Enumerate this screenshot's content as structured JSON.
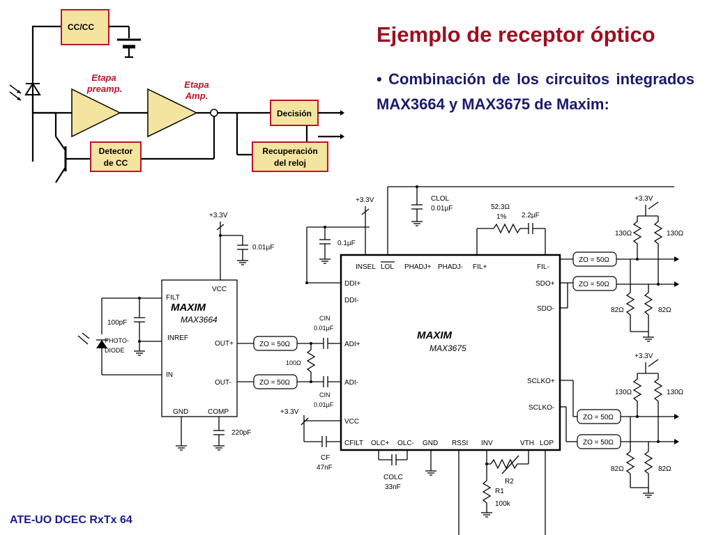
{
  "slide": {
    "title": "Ejemplo de receptor óptico",
    "bullet_marker": "•",
    "bullet": "Combinación de los circuitos integrados MAX3664 y MAX3675 de Maxim:",
    "footer": "ATE-UO DCEC RxTx 64"
  },
  "block_diagram": {
    "cc_box": "CC/CC",
    "preamp_label_1": "Etapa",
    "preamp_label_2": "preamp.",
    "amp_label_1": "Etapa",
    "amp_label_2": "Amp.",
    "decision": "Decisión",
    "detector_1": "Detector",
    "detector_2": "de CC",
    "recovery_1": "Recuperación",
    "recovery_2": "del reloj",
    "colors": {
      "box_fill": "#f3e4a0",
      "box_border": "#c0102a",
      "triangle_fill": "#f3e4a0"
    }
  },
  "schematic": {
    "maxim_brand": "MAXIM",
    "ic1_part": "MAX3664",
    "ic2_part": "MAX3675",
    "ic1_pins": {
      "filt": "FILT",
      "vcc": "VCC",
      "inref": "INREF",
      "in": "IN",
      "outp": "OUT+",
      "outm": "OUT-",
      "gnd": "GND",
      "comp": "COMP"
    },
    "ic2_pins": {
      "insel": "INSEL",
      "lol": "LOL",
      "phadjp": "PHADJ+",
      "phadjm": "PHADJ-",
      "filp": "FIL+",
      "film": "FIL-",
      "ddip": "DDI+",
      "ddim": "DDI-",
      "adip": "ADI+",
      "adim": "ADI-",
      "vcc": "VCC",
      "cfilt": "CFILT",
      "olcp": "OLC+",
      "olcm": "OLC-",
      "gnd": "GND",
      "rssi": "RSSI",
      "inv": "INV",
      "vth": "VTH",
      "lop": "LOP",
      "sdop": "SDO+",
      "sdom": "SDO-",
      "sclkop": "SCLKO+",
      "sclkom": "SCLKO-"
    },
    "labels": {
      "v33": "+3.3V",
      "c_001": "0.01µF",
      "c_100p": "100pF",
      "photodiode_1": "PHOTO-",
      "photodiode_2": "DIODE",
      "c_220p": "220pF",
      "cin_1": "CIN",
      "cin_val": "0.01µF",
      "r_100": "100Ω",
      "z0": "ZO = 50Ω",
      "c_01": "0.1µF",
      "clol": "CLOL",
      "clol_val": "0.01µF",
      "r_523": "52.3Ω",
      "r_523_tol": "1%",
      "c_22": "2.2µF",
      "r_130": "130Ω",
      "r_82": "82Ω",
      "cf": "CF",
      "cf_val": "47nF",
      "colc": "COLC",
      "colc_val": "33nF",
      "r2": "R2",
      "r1": "R1",
      "r1_val": "100k"
    }
  }
}
